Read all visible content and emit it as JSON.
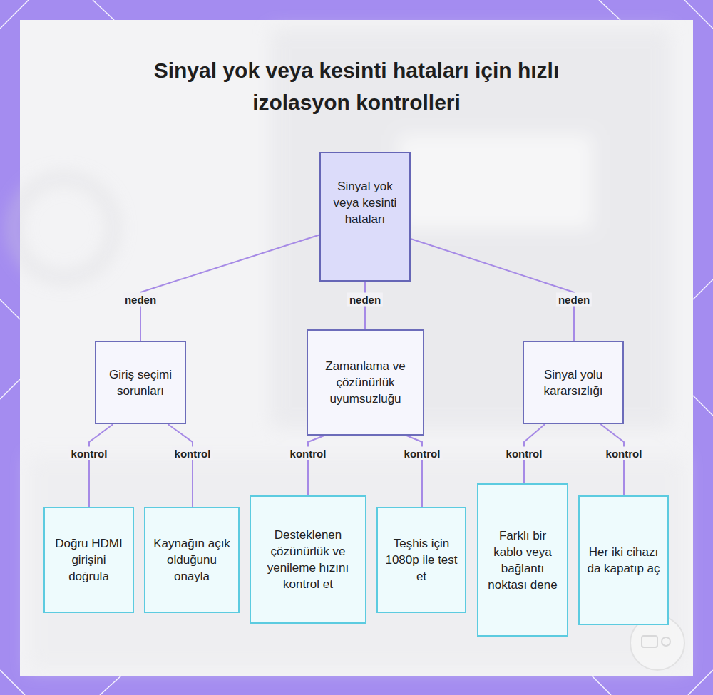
{
  "diagram": {
    "title": "Sinyal yok veya kesinti hataları için hızlı izolasyon kontrolleri",
    "nodes": [
      {
        "text": [
          "Sinyal yok veya kesinti hataları"
        ]
      },
      {
        "text": [
          "Giriş seçimi sorunları"
        ]
      },
      {
        "text": [
          "Zamanlama ve çözünürlük uyumsuzluğu"
        ]
      },
      {
        "text": [
          "Sinyal yolu kararsızlığı"
        ]
      },
      {
        "text": [
          "Doğru HDMI girişini doğrula"
        ]
      },
      {
        "text": [
          "Kaynağın açık olduğunu onayla"
        ]
      },
      {
        "text": [
          "Desteklenen çözünürlük ve yenileme hızını kontrol et"
        ]
      },
      {
        "text": [
          "Teşhis için 1080p ile test et"
        ]
      },
      {
        "text": [
          "Farklı bir kablo veya bağlantı noktası dene"
        ]
      },
      {
        "text": [
          "Her iki cihazı da kapatıp aç"
        ]
      }
    ],
    "edges": [
      {
        "from": 0,
        "to": 1,
        "label": "neden",
        "arrow": "none"
      },
      {
        "from": 0,
        "to": 2,
        "label": "neden",
        "arrow": "none"
      },
      {
        "from": 0,
        "to": 3,
        "label": "neden",
        "arrow": "none"
      },
      {
        "from": 1,
        "to": 4,
        "label": "kontrol",
        "arrow": "none"
      },
      {
        "from": 1,
        "to": 5,
        "label": "kontrol",
        "arrow": "none"
      },
      {
        "from": 2,
        "to": 6,
        "label": "kontrol",
        "arrow": "none"
      },
      {
        "from": 2,
        "to": 7,
        "label": "kontrol",
        "arrow": "none"
      },
      {
        "from": 3,
        "to": 8,
        "label": "kontrol",
        "arrow": "none"
      },
      {
        "from": 3,
        "to": 9,
        "label": "kontrol",
        "arrow": "none"
      }
    ]
  }
}
